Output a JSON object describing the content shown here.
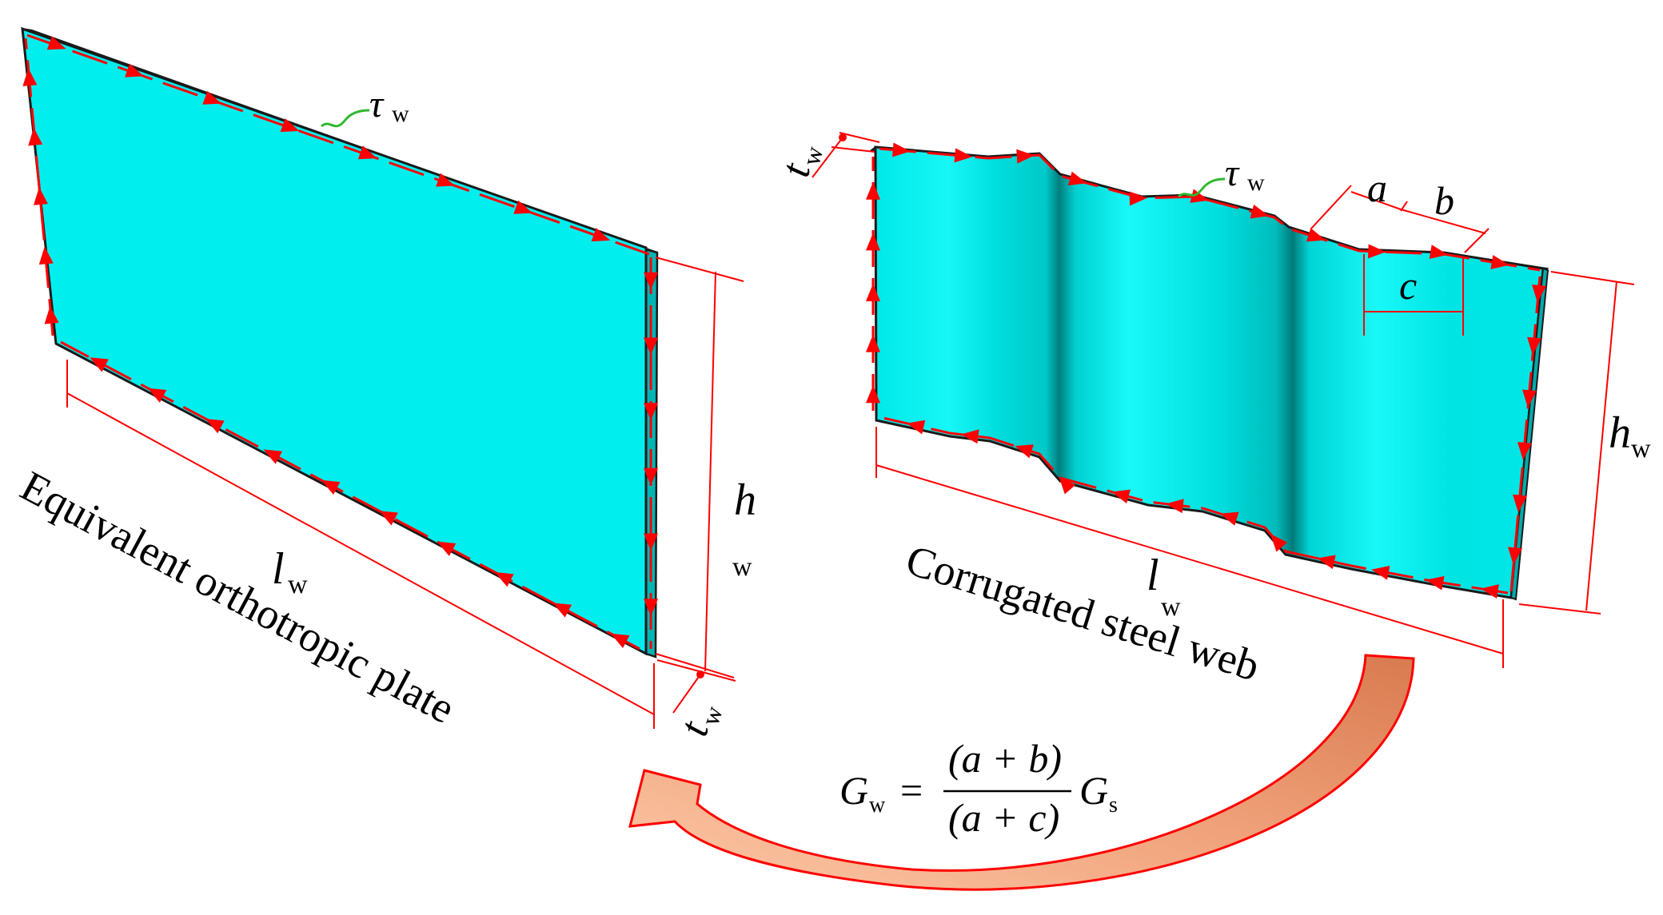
{
  "colors": {
    "plate_face": "#00eeee",
    "plate_edge": "#00b8b8",
    "arrow": "#ff0000",
    "outline": "#1a1a1a",
    "curve_pointer": "#2eb82e",
    "big_arrow_fill": "#e0926a",
    "big_arrow_fill_light": "#fbc7a6",
    "big_arrow_stroke": "#ff0000",
    "text": "#000000"
  },
  "left_plate": {
    "caption": "Equivalent orthotropic plate",
    "tau_symbol": "τ",
    "tau_sub": "w",
    "l_symbol": "l",
    "l_sub": "w",
    "h_symbol": "h",
    "h_sub": "w",
    "t_symbol": "t",
    "t_sub": "w"
  },
  "right_web": {
    "caption": "Corrugated steel web",
    "tau_symbol": "τ",
    "tau_sub": "w",
    "l_symbol": "l",
    "l_sub": "w",
    "h_symbol": "h",
    "h_sub": "w",
    "t_symbol": "t",
    "t_sub": "w",
    "a_label": "a",
    "b_label": "b",
    "c_label": "c"
  },
  "formula": {
    "lhs_symbol": "G",
    "lhs_sub": "w",
    "equals": "=",
    "numerator": "(a + b)",
    "denominator": "(a + c)",
    "rhs_symbol": "G",
    "rhs_sub": "s"
  }
}
